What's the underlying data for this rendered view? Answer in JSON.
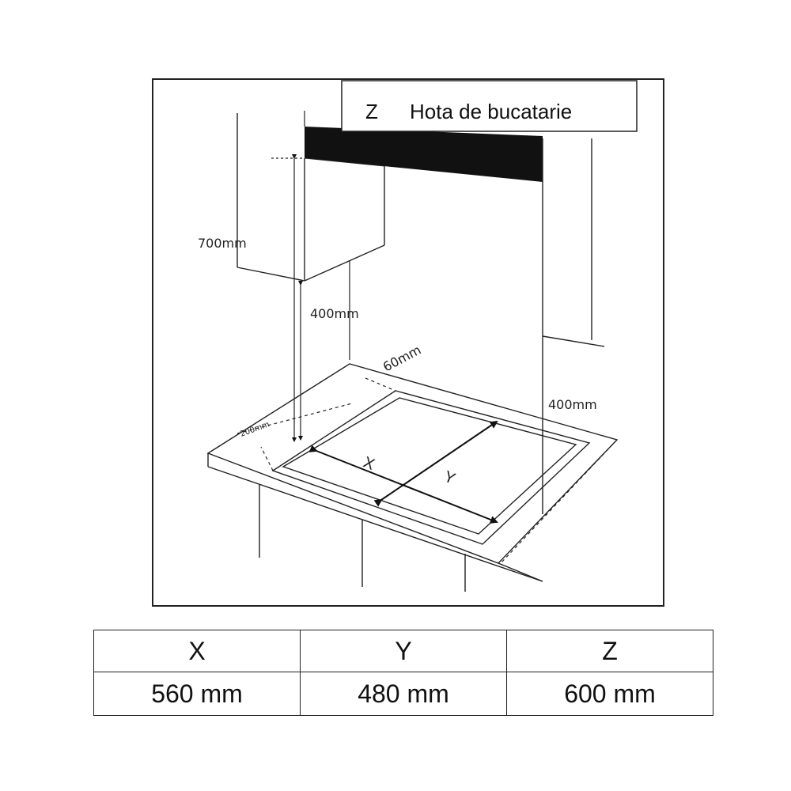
{
  "diagram": {
    "legend": {
      "letter": "Z",
      "text": "Hota de bucatarie"
    },
    "labels": {
      "hood_height": "700mm",
      "cabinet_clearance_left": "400mm",
      "cabinet_clearance_right": "400mm",
      "back_gap": "60mm",
      "side_gap": "200mm"
    },
    "arrow_labels": {
      "x": "X",
      "y": "Y"
    }
  },
  "table": {
    "headers": [
      "X",
      "Y",
      "Z"
    ],
    "values": [
      "560 mm",
      "480 mm",
      "600 mm"
    ]
  }
}
